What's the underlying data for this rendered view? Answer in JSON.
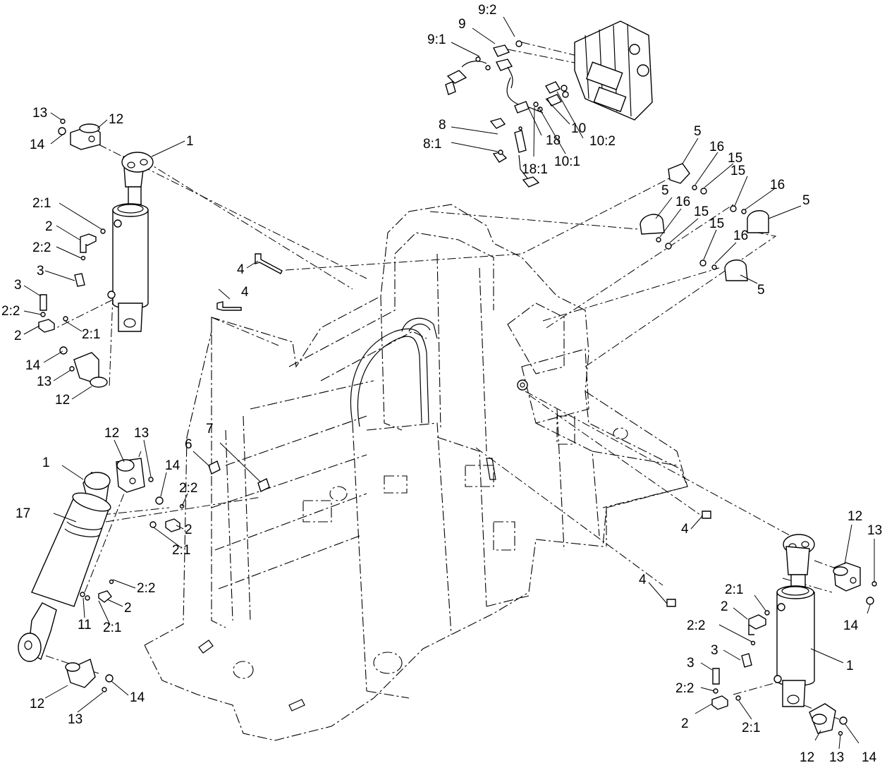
{
  "callouts": [
    {
      "id": "c-9-2",
      "text": "9:2"
    },
    {
      "id": "c-9",
      "text": "9"
    },
    {
      "id": "c-9-1",
      "text": "9:1"
    },
    {
      "id": "c-8",
      "text": "8"
    },
    {
      "id": "c-8-1",
      "text": "8:1"
    },
    {
      "id": "c-18",
      "text": "18"
    },
    {
      "id": "c-18-1",
      "text": "18:1"
    },
    {
      "id": "c-10",
      "text": "10"
    },
    {
      "id": "c-10-2",
      "text": "10:2"
    },
    {
      "id": "c-10-1",
      "text": "10:1"
    },
    {
      "id": "c-13-a",
      "text": "13"
    },
    {
      "id": "c-12-a",
      "text": "12"
    },
    {
      "id": "c-14-a",
      "text": "14"
    },
    {
      "id": "c-1-a",
      "text": "1"
    },
    {
      "id": "c-2-1-a",
      "text": "2:1"
    },
    {
      "id": "c-2-a",
      "text": "2"
    },
    {
      "id": "c-2-2-a",
      "text": "2:2"
    },
    {
      "id": "c-3-a",
      "text": "3"
    },
    {
      "id": "c-3-b",
      "text": "3"
    },
    {
      "id": "c-2-2-b",
      "text": "2:2"
    },
    {
      "id": "c-2-b",
      "text": "2"
    },
    {
      "id": "c-2-1-b",
      "text": "2:1"
    },
    {
      "id": "c-14-b",
      "text": "14"
    },
    {
      "id": "c-13-b",
      "text": "13"
    },
    {
      "id": "c-12-b",
      "text": "12"
    },
    {
      "id": "c-4-a",
      "text": "4"
    },
    {
      "id": "c-4-b",
      "text": "4"
    },
    {
      "id": "c-5-a",
      "text": "5"
    },
    {
      "id": "c-16-a",
      "text": "16"
    },
    {
      "id": "c-15-a",
      "text": "15"
    },
    {
      "id": "c-5-b",
      "text": "5"
    },
    {
      "id": "c-16-b",
      "text": "16"
    },
    {
      "id": "c-15-b",
      "text": "15"
    },
    {
      "id": "c-15-c",
      "text": "15"
    },
    {
      "id": "c-16-c",
      "text": "16"
    },
    {
      "id": "c-5-c",
      "text": "5"
    },
    {
      "id": "c-15-d",
      "text": "15"
    },
    {
      "id": "c-16-d",
      "text": "16"
    },
    {
      "id": "c-5-d",
      "text": "5"
    },
    {
      "id": "c-12-c",
      "text": "12"
    },
    {
      "id": "c-13-c",
      "text": "13"
    },
    {
      "id": "c-1-b",
      "text": "1"
    },
    {
      "id": "c-14-c",
      "text": "14"
    },
    {
      "id": "c-17",
      "text": "17"
    },
    {
      "id": "c-6",
      "text": "6"
    },
    {
      "id": "c-7",
      "text": "7"
    },
    {
      "id": "c-2-2-c",
      "text": "2:2"
    },
    {
      "id": "c-2-c",
      "text": "2"
    },
    {
      "id": "c-2-1-c",
      "text": "2:1"
    },
    {
      "id": "c-2-2-d",
      "text": "2:2"
    },
    {
      "id": "c-2-d",
      "text": "2"
    },
    {
      "id": "c-2-1-d",
      "text": "2:1"
    },
    {
      "id": "c-11",
      "text": "11"
    },
    {
      "id": "c-12-d",
      "text": "12"
    },
    {
      "id": "c-13-d",
      "text": "13"
    },
    {
      "id": "c-14-d",
      "text": "14"
    },
    {
      "id": "c-4-c",
      "text": "4"
    },
    {
      "id": "c-4-d",
      "text": "4"
    },
    {
      "id": "c-12-e",
      "text": "12"
    },
    {
      "id": "c-13-e",
      "text": "13"
    },
    {
      "id": "c-2-1-e",
      "text": "2:1"
    },
    {
      "id": "c-2-e",
      "text": "2"
    },
    {
      "id": "c-14-e",
      "text": "14"
    },
    {
      "id": "c-2-2-e",
      "text": "2:2"
    },
    {
      "id": "c-3-c",
      "text": "3"
    },
    {
      "id": "c-1-c",
      "text": "1"
    },
    {
      "id": "c-3-d",
      "text": "3"
    },
    {
      "id": "c-2-2-f",
      "text": "2:2"
    },
    {
      "id": "c-2-f",
      "text": "2"
    },
    {
      "id": "c-2-1-f",
      "text": "2:1"
    },
    {
      "id": "c-12-f",
      "text": "12"
    },
    {
      "id": "c-13-f",
      "text": "13"
    },
    {
      "id": "c-14-f",
      "text": "14"
    }
  ]
}
